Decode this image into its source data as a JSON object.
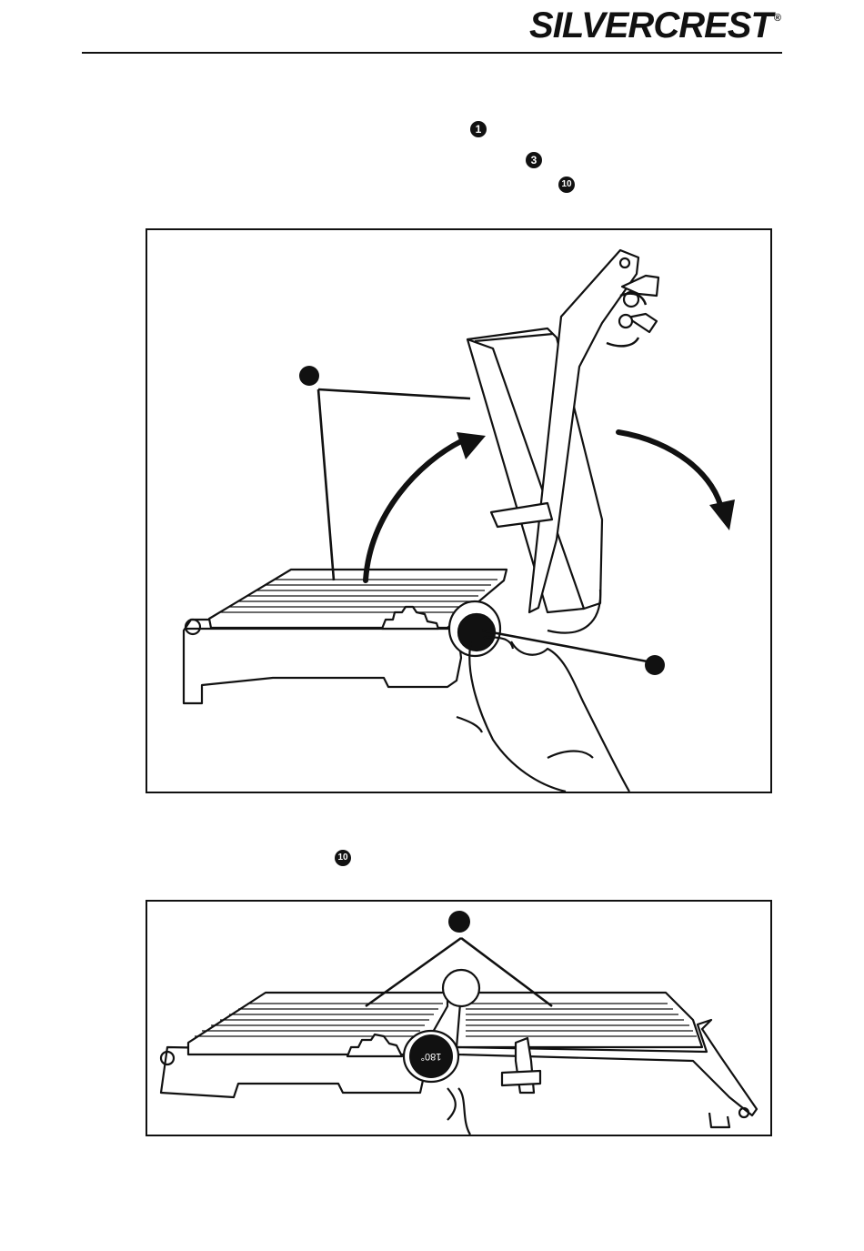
{
  "header": {
    "brand": "SILVERCREST",
    "registered_mark": "®"
  },
  "markers": {
    "m1": "1",
    "m3": "3",
    "m10_a": "10",
    "m10_b": "10"
  },
  "figure2": {
    "dial_text": "180°"
  },
  "colors": {
    "ink": "#111111",
    "paper": "#ffffff"
  }
}
